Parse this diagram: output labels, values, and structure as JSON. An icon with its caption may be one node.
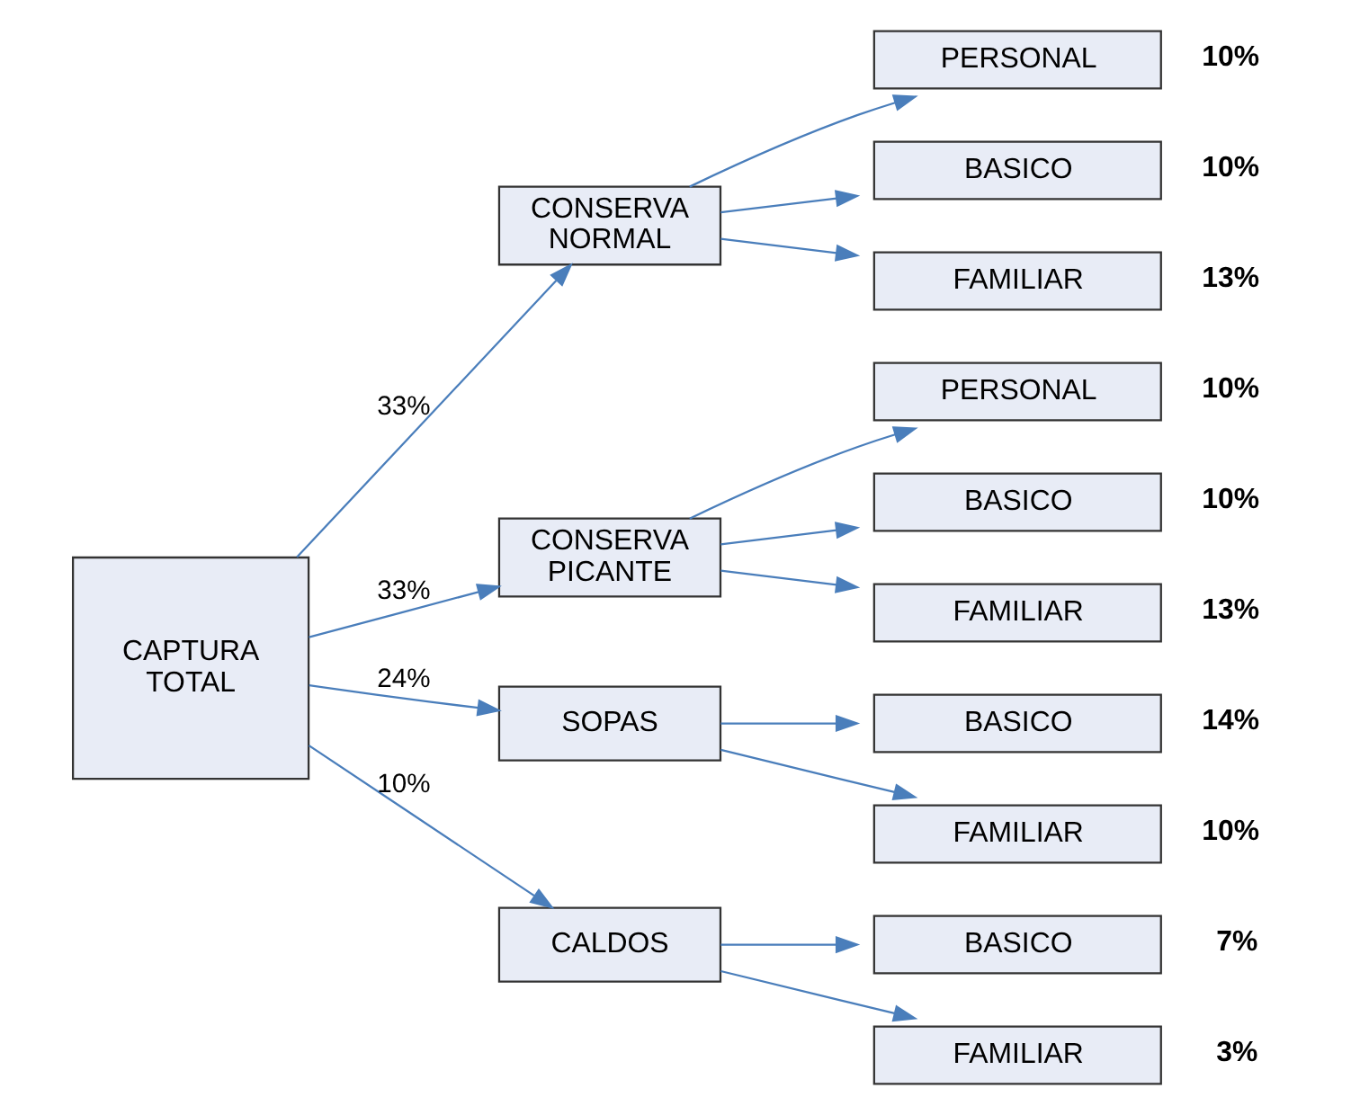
{
  "diagram": {
    "nodes": [
      {
        "text": [
          "CAPTURA TOTAL"
        ]
      },
      {
        "text": [
          "CONSERVA NORMAL"
        ]
      },
      {
        "text": [
          "CONSERVA PICANTE"
        ]
      },
      {
        "text": [
          "SOPAS"
        ]
      },
      {
        "text": [
          "CALDOS"
        ]
      },
      {
        "text": [
          "PERSONAL"
        ],
        "beside": [
          "10%"
        ]
      },
      {
        "text": [
          "BASICO"
        ],
        "beside": [
          "10%"
        ]
      },
      {
        "text": [
          "FAMILIAR"
        ],
        "beside": [
          "13%"
        ]
      },
      {
        "text": [
          "PERSONAL"
        ],
        "beside": [
          "10%"
        ]
      },
      {
        "text": [
          "BASICO"
        ],
        "beside": [
          "10%"
        ]
      },
      {
        "text": [
          "FAMILIAR"
        ],
        "beside": [
          "13%"
        ]
      },
      {
        "text": [
          "BASICO"
        ],
        "beside": [
          "14%"
        ]
      },
      {
        "text": [
          "FAMILIAR"
        ],
        "beside": [
          "10%"
        ]
      },
      {
        "text": [
          "BASICO"
        ],
        "beside": [
          "7%"
        ]
      },
      {
        "text": [
          "FAMILIAR"
        ],
        "beside": [
          "3%"
        ]
      }
    ],
    "edges": [
      {
        "from": 0,
        "to": 1,
        "arrow": "to",
        "label": "33%"
      },
      {
        "from": 0,
        "to": 2,
        "arrow": "to",
        "label": "33%"
      },
      {
        "from": 0,
        "to": 3,
        "arrow": "to",
        "label": "24%"
      },
      {
        "from": 0,
        "to": 4,
        "arrow": "to",
        "label": "10%"
      },
      {
        "from": 1,
        "to": 5,
        "arrow": "to"
      },
      {
        "from": 1,
        "to": 6,
        "arrow": "to"
      },
      {
        "from": 1,
        "to": 7,
        "arrow": "to"
      },
      {
        "from": 2,
        "to": 8,
        "arrow": "to"
      },
      {
        "from": 2,
        "to": 9,
        "arrow": "to"
      },
      {
        "from": 2,
        "to": 10,
        "arrow": "to"
      },
      {
        "from": 3,
        "to": 11,
        "arrow": "to"
      },
      {
        "from": 3,
        "to": 12,
        "arrow": "to"
      },
      {
        "from": 4,
        "to": 13,
        "arrow": "to"
      },
      {
        "from": 4,
        "to": 14,
        "arrow": "to"
      }
    ]
  }
}
